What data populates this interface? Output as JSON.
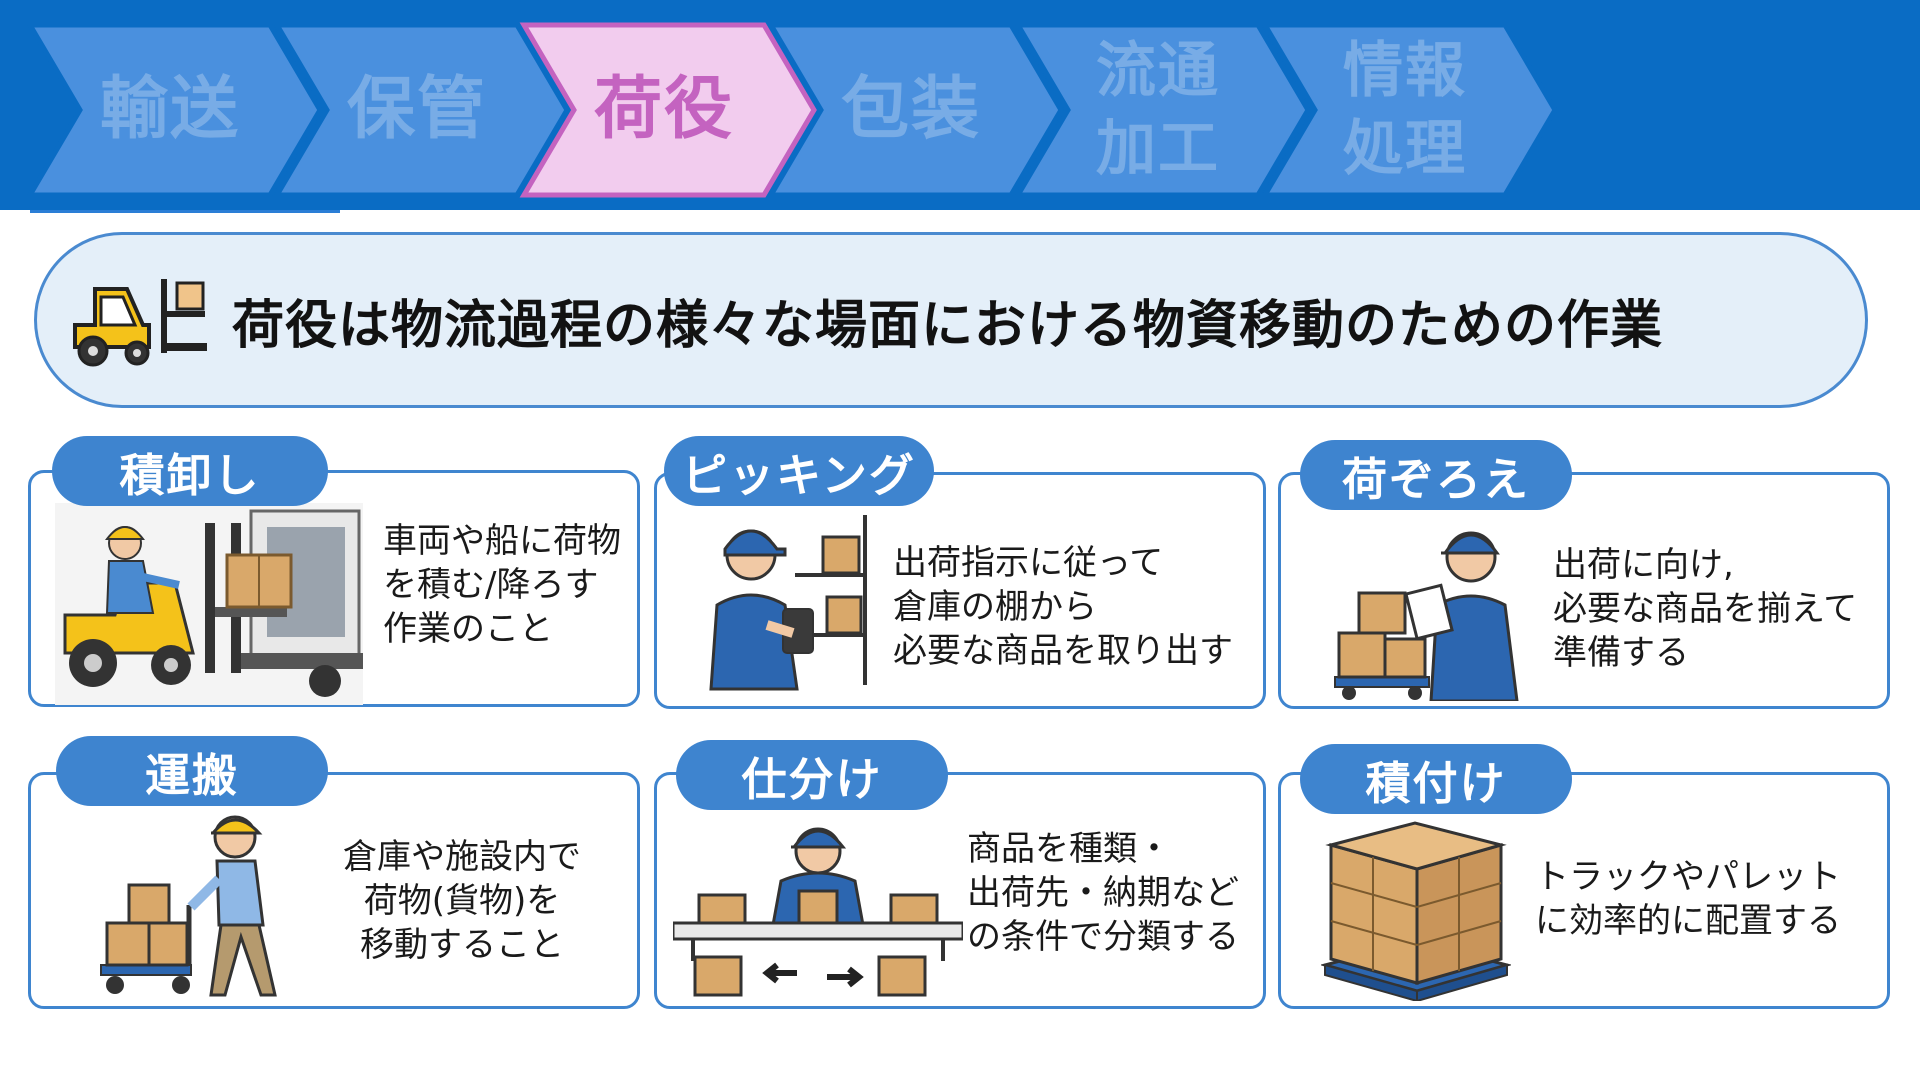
{
  "header": {
    "steps": [
      {
        "label": "輸送",
        "active": false
      },
      {
        "label": "保管",
        "active": false
      },
      {
        "label": "荷役",
        "active": true
      },
      {
        "label": "包装",
        "active": false
      },
      {
        "label": "流通\n加工",
        "active": false
      },
      {
        "label": "情報\n処理",
        "active": false
      }
    ]
  },
  "banner": {
    "title": "荷役は物流過程の様々な場面における物資移動のための作業",
    "icon": "forklift-icon"
  },
  "cards": [
    {
      "title": "積卸し",
      "description": "車両や船に荷物\nを積む/降ろす\n作業のこと",
      "icon": "forklift-truck-illustration"
    },
    {
      "title": "ピッキング",
      "description": "出荷指示に従って\n倉庫の棚から\n必要な商品を取り出す",
      "icon": "picking-worker-illustration"
    },
    {
      "title": "荷ぞろえ",
      "description": "出荷に向け,\n必要な商品を揃えて\n準備する",
      "icon": "assembling-worker-illustration"
    },
    {
      "title": "運搬",
      "description": "倉庫や施設内で\n荷物(貨物)を\n移動すること",
      "icon": "hand-cart-illustration"
    },
    {
      "title": "仕分け",
      "description": "商品を種類・\n出荷先・納期など\nの条件で分類する",
      "icon": "sorting-worker-illustration"
    },
    {
      "title": "積付け",
      "description": "トラックやパレット\nに効率的に配置する",
      "icon": "pallet-boxes-illustration"
    }
  ],
  "colors": {
    "band": "#0a6cc4",
    "chevron": "#4a90de",
    "chevron_active": "#f2ccee",
    "accent": "#3e84cf",
    "banner_bg": "#e4eff9"
  }
}
